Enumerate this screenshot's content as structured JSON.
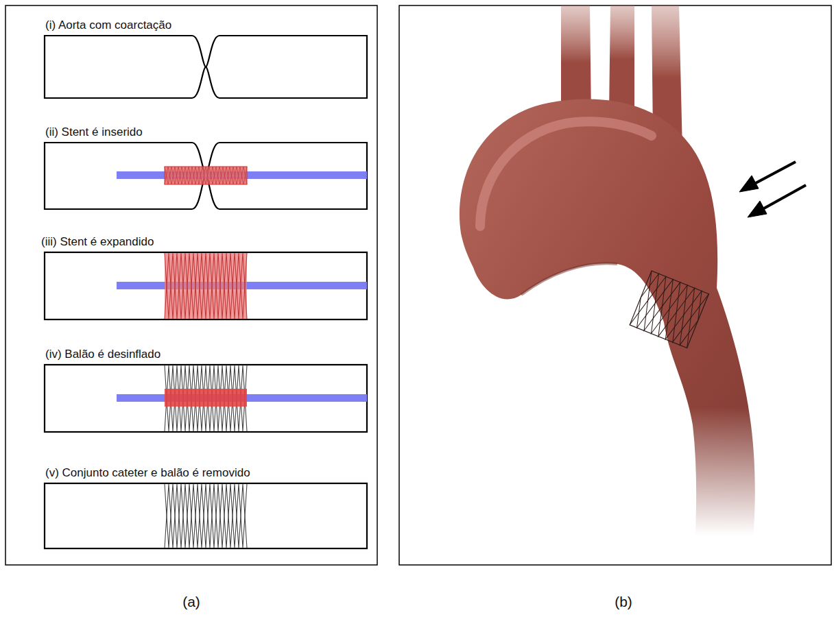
{
  "diagram": {
    "nodes": [
      {
        "text": [
          "(i) Aorta com coarctação"
        ]
      },
      {
        "text": [
          "(ii) Stent é inserido"
        ]
      },
      {
        "text": [
          "(iii) Stent é expandido"
        ]
      },
      {
        "text": [
          "(iv) Balão é desinflado"
        ]
      },
      {
        "text": [
          "(v) Conjunto cateter e balão é removido"
        ]
      }
    ],
    "labels": [
      "(a)",
      "(b)"
    ]
  }
}
